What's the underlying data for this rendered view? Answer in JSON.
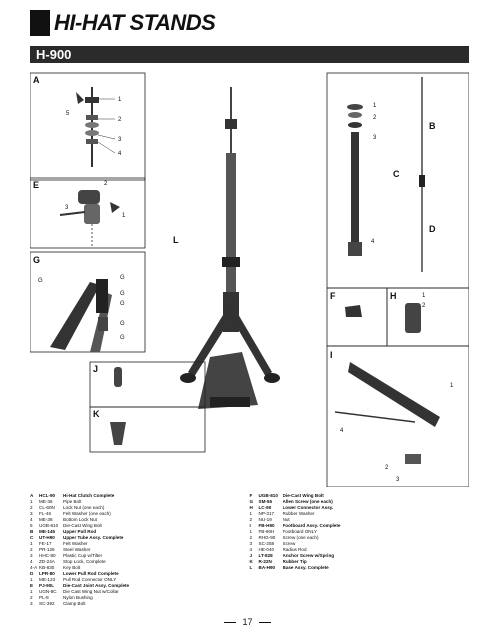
{
  "header": {
    "title": "HI-HAT STANDS",
    "model": "H-900"
  },
  "diagram": {
    "section_labels": [
      "A",
      "B",
      "C",
      "D",
      "E",
      "F",
      "G",
      "H",
      "I",
      "J",
      "K",
      "L"
    ],
    "callouts_A": [
      "1",
      "2",
      "3",
      "4",
      "5"
    ],
    "callouts_B": [
      "1",
      "2",
      "3",
      "4"
    ],
    "callouts_E": [
      "1",
      "2",
      "3"
    ],
    "callouts_G": [
      "G",
      "G",
      "G",
      "G",
      "G",
      "G"
    ],
    "callouts_H": [
      "1",
      "2"
    ],
    "callouts_I": [
      "1",
      "2",
      "3",
      "4"
    ]
  },
  "parts_left": [
    {
      "key": "A",
      "code": "HCL-90",
      "desc": "Hi-Hat Clutch Complete",
      "main": true
    },
    {
      "key": "1",
      "code": "ME-36",
      "desc": "Pipe Bolt",
      "main": false
    },
    {
      "key": "2",
      "code": "CL-60N",
      "desc": "Lock Nut (one each)",
      "main": false
    },
    {
      "key": "3",
      "code": "FL-46",
      "desc": "Felt Washer (one each)",
      "main": false
    },
    {
      "key": "4",
      "code": "ME-38",
      "desc": "Bottom Lock Nut",
      "main": false
    },
    {
      "key": "5",
      "code": "UGB-810",
      "desc": "Die-Cast Wing Bolt",
      "main": false
    },
    {
      "key": "B",
      "code": "ME-145",
      "desc": "Upper Pull Rod",
      "main": true
    },
    {
      "key": "C",
      "code": "UT-H90",
      "desc": "Upper Tube Assy. Complete",
      "main": true
    },
    {
      "key": "1",
      "code": "FE-17",
      "desc": "Felt Washer",
      "main": false
    },
    {
      "key": "2",
      "code": "PR-126",
      "desc": "Steel Washer",
      "main": false
    },
    {
      "key": "3",
      "code": "HHC-80",
      "desc": "Plastic Cup w/Tilter",
      "main": false
    },
    {
      "key": "4",
      "code": "ZD-24A",
      "desc": "Stop Lock, Complete",
      "main": false
    },
    {
      "key": "4-A",
      "code": "KB-830",
      "desc": "Key Bolt",
      "main": false
    },
    {
      "key": "D",
      "code": "LPR-80",
      "desc": "Lower Pull Rod Complete",
      "main": true
    },
    {
      "key": "1",
      "code": "ME-123",
      "desc": "Pull Rod Connector ONLY",
      "main": false
    },
    {
      "key": "E",
      "code": "PJ-90L",
      "desc": "Die-Cast Joint Assy. Complete",
      "main": true
    },
    {
      "key": "1",
      "code": "UGN-8C",
      "desc": "Die Cast Wing Nut w/Collar",
      "main": false
    },
    {
      "key": "2",
      "code": "PL-8",
      "desc": "Nylon Bushing",
      "main": false
    },
    {
      "key": "3",
      "code": "SC-392",
      "desc": "Clamp Bolt",
      "main": false
    }
  ],
  "parts_right": [
    {
      "key": "F",
      "code": "UGB-810",
      "desc": "Die-Cast Wing Bolt",
      "main": true
    },
    {
      "key": "G",
      "code": "SM-55",
      "desc": "Allen Screw (one each)",
      "main": true
    },
    {
      "key": "H",
      "code": "LC-90",
      "desc": "Lower Connector Assy.",
      "main": true
    },
    {
      "key": "1",
      "code": "NP-317",
      "desc": "Rubber Washer",
      "main": false
    },
    {
      "key": "2",
      "code": "NU-19",
      "desc": "Nut",
      "main": false
    },
    {
      "key": "I",
      "code": "FB-H90",
      "desc": "Footboard Assy. Complete",
      "main": true
    },
    {
      "key": "1",
      "code": "FB-90H",
      "desc": "Footboard ONLY",
      "main": false
    },
    {
      "key": "2",
      "code": "RHG-90",
      "desc": "Screw (one each)",
      "main": false
    },
    {
      "key": "3",
      "code": "SC-258",
      "desc": "Screw",
      "main": false
    },
    {
      "key": "4",
      "code": "HE-040",
      "desc": "Radius Rod",
      "main": false
    },
    {
      "key": "J",
      "code": "LT-828",
      "desc": "Anchor Screw w/Spring",
      "main": true
    },
    {
      "key": "K",
      "code": "R-22N",
      "desc": "Rubber Tip",
      "main": true
    },
    {
      "key": "L",
      "code": "BA-H90",
      "desc": "Base Assy. Complete",
      "main": true
    }
  ],
  "footer": {
    "page": "17"
  }
}
